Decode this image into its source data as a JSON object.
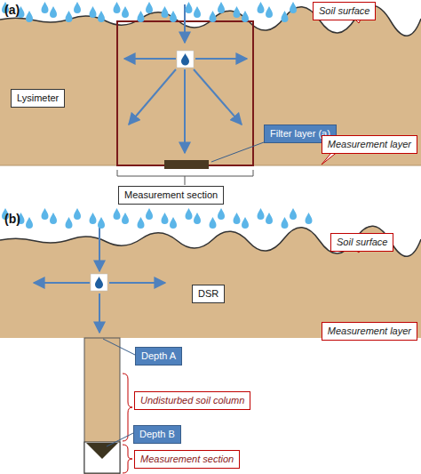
{
  "diagram": {
    "nodes": [
      {
        "text": [
          "Soil surface"
        ]
      },
      {
        "text": [
          "Lysimeter"
        ]
      },
      {
        "text": [
          "Filter layer (a)"
        ]
      },
      {
        "text": [
          "Measurement layer"
        ]
      },
      {
        "text": [
          "Measurement section"
        ]
      },
      {
        "text": [
          "Soil surface"
        ]
      },
      {
        "text": [
          "DSR"
        ]
      },
      {
        "text": [
          "Measurement layer"
        ]
      },
      {
        "text": [
          "Depth A"
        ]
      },
      {
        "text": [
          "Undisturbed soil column"
        ]
      },
      {
        "text": [
          "Depth B"
        ]
      },
      {
        "text": [
          "Measurement section"
        ]
      }
    ],
    "labels": [
      "(a)",
      "(b)"
    ]
  }
}
